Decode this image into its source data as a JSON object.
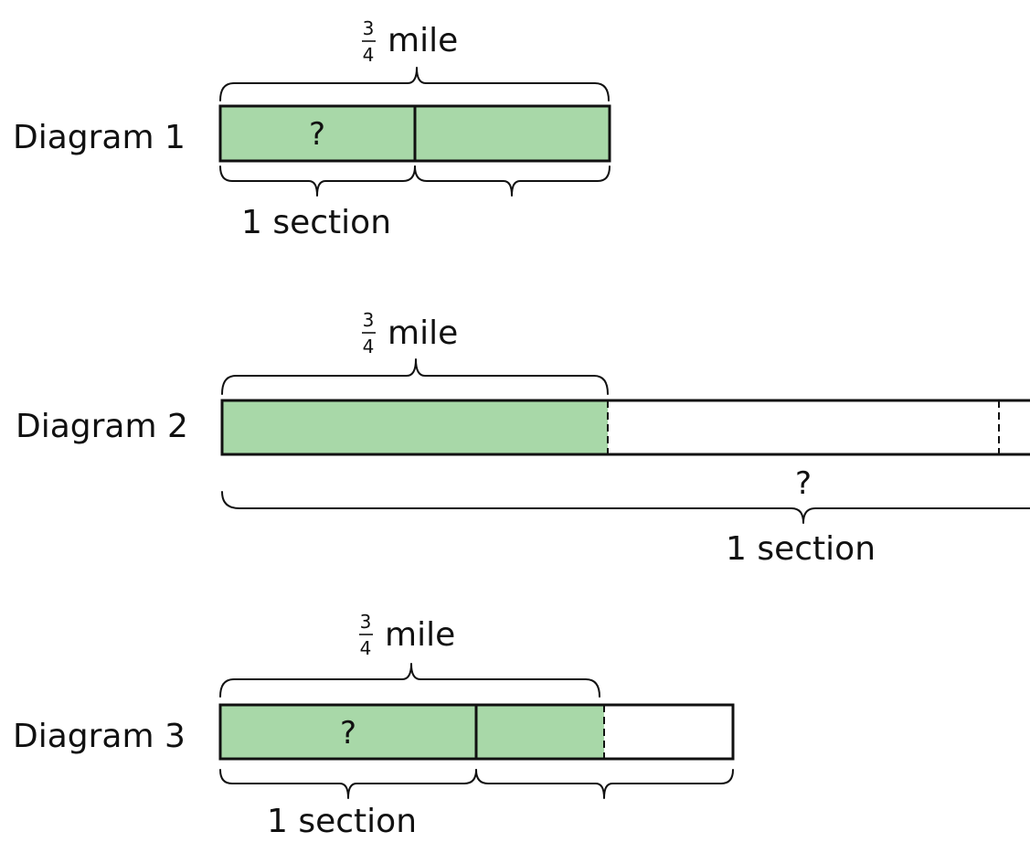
{
  "colors": {
    "filled": "#a8d8a8",
    "empty": "#ffffff",
    "ink": "#111111"
  },
  "diagrams": [
    {
      "label": "Diagram 1",
      "top_brace": {
        "num": "3",
        "den": "4",
        "unit": "mile"
      },
      "question_mark": "?",
      "bottom_label": "1 section"
    },
    {
      "label": "Diagram 2",
      "top_brace": {
        "num": "3",
        "den": "4",
        "unit": "mile"
      },
      "question_mark": "?",
      "bottom_label": "1 section"
    },
    {
      "label": "Diagram 3",
      "top_brace": {
        "num": "3",
        "den": "4",
        "unit": "mile"
      },
      "question_mark": "?",
      "bottom_label": "1 section"
    }
  ]
}
